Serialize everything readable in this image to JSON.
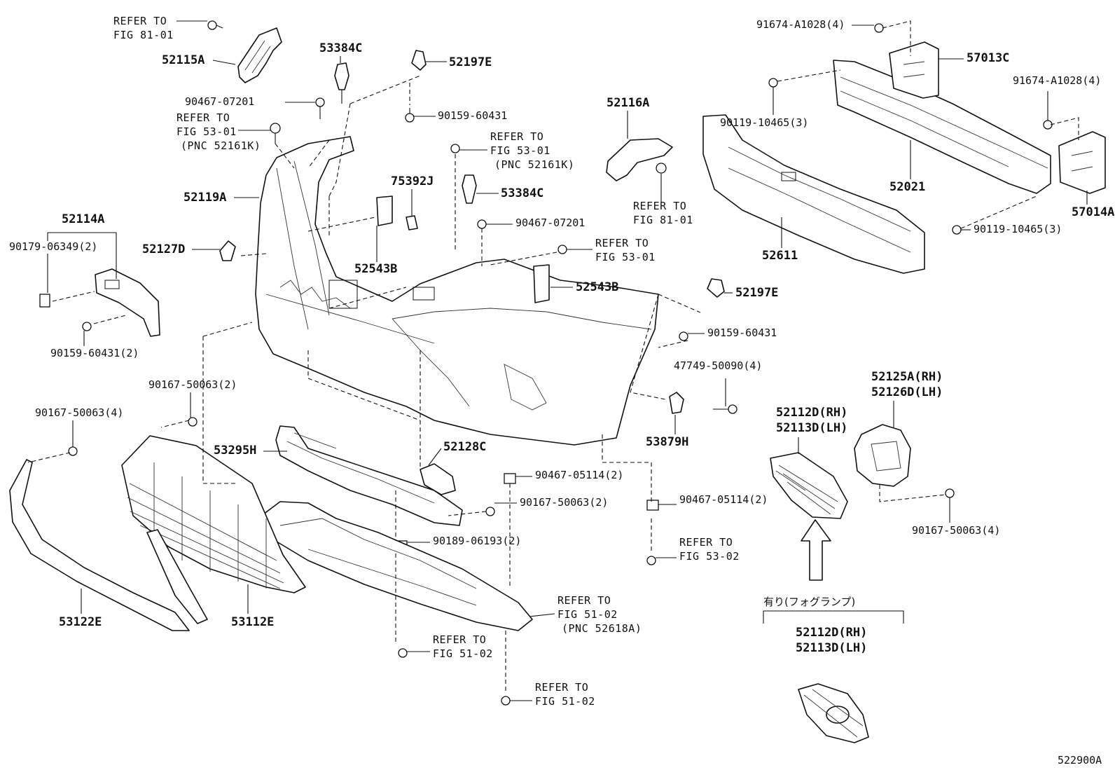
{
  "parts": {
    "p52115A": "52115A",
    "p53384C_top": "53384C",
    "p52197E_top": "52197E",
    "p90467_07201_a": "90467-07201",
    "p90159_60431_a": "90159-60431",
    "p52119A": "52119A",
    "p75392J": "75392J",
    "p53384C_mid": "53384C",
    "p90467_07201_b": "90467-07201",
    "p52116A": "52116A",
    "p52114A": "52114A",
    "p90179_06349": "90179-06349(2)",
    "p52127D": "52127D",
    "p52543B_left": "52543B",
    "p52543B_right": "52543B",
    "p52197E_mid": "52197E",
    "p90159_60431_b": "90159-60431",
    "p90159_60431_2": "90159-60431(2)",
    "p47749_50090": "47749-50090(4)",
    "p90167_50063_2a": "90167-50063(2)",
    "p90167_50063_4a": "90167-50063(4)",
    "p53295H": "53295H",
    "p52128C": "52128C",
    "p90467_05114_a": "90467-05114(2)",
    "p53879H": "53879H",
    "p90467_05114_b": "90467-05114(2)",
    "p90167_50063_2b": "90167-50063(2)",
    "p90189_06193": "90189-06193(2)",
    "p53122E": "53122E",
    "p53112E": "53112E",
    "p52112D_rh_a": "52112D(RH)",
    "p52113D_lh_a": "52113D(LH)",
    "p52125A_rh": "52125A(RH)",
    "p52126D_lh": "52126D(LH)",
    "p90167_50063_4b": "90167-50063(4)",
    "p52112D_rh_b": "52112D(RH)",
    "p52113D_lh_b": "52113D(LH)",
    "p91674_A1028_a": "91674-A1028(4)",
    "p57013C": "57013C",
    "p90119_10465_a": "90119-10465(3)",
    "p91674_A1028_b": "91674-A1028(4)",
    "p52021": "52021",
    "p57014A": "57014A",
    "p90119_10465_b": "90119-10465(3)",
    "p52611": "52611"
  },
  "refs": {
    "refer_to": "REFER TO",
    "fig_81_01": "FIG 81-01",
    "fig_53_01": "FIG 53-01",
    "pnc_52161K": "(PNC 52161K)",
    "fig_53_02": "FIG 53-02",
    "fig_51_02": "FIG 51-02",
    "pnc_52618A": "(PNC 52618A)"
  },
  "jp_note": "有り(フォグランプ)",
  "diagram_code": "522900A"
}
